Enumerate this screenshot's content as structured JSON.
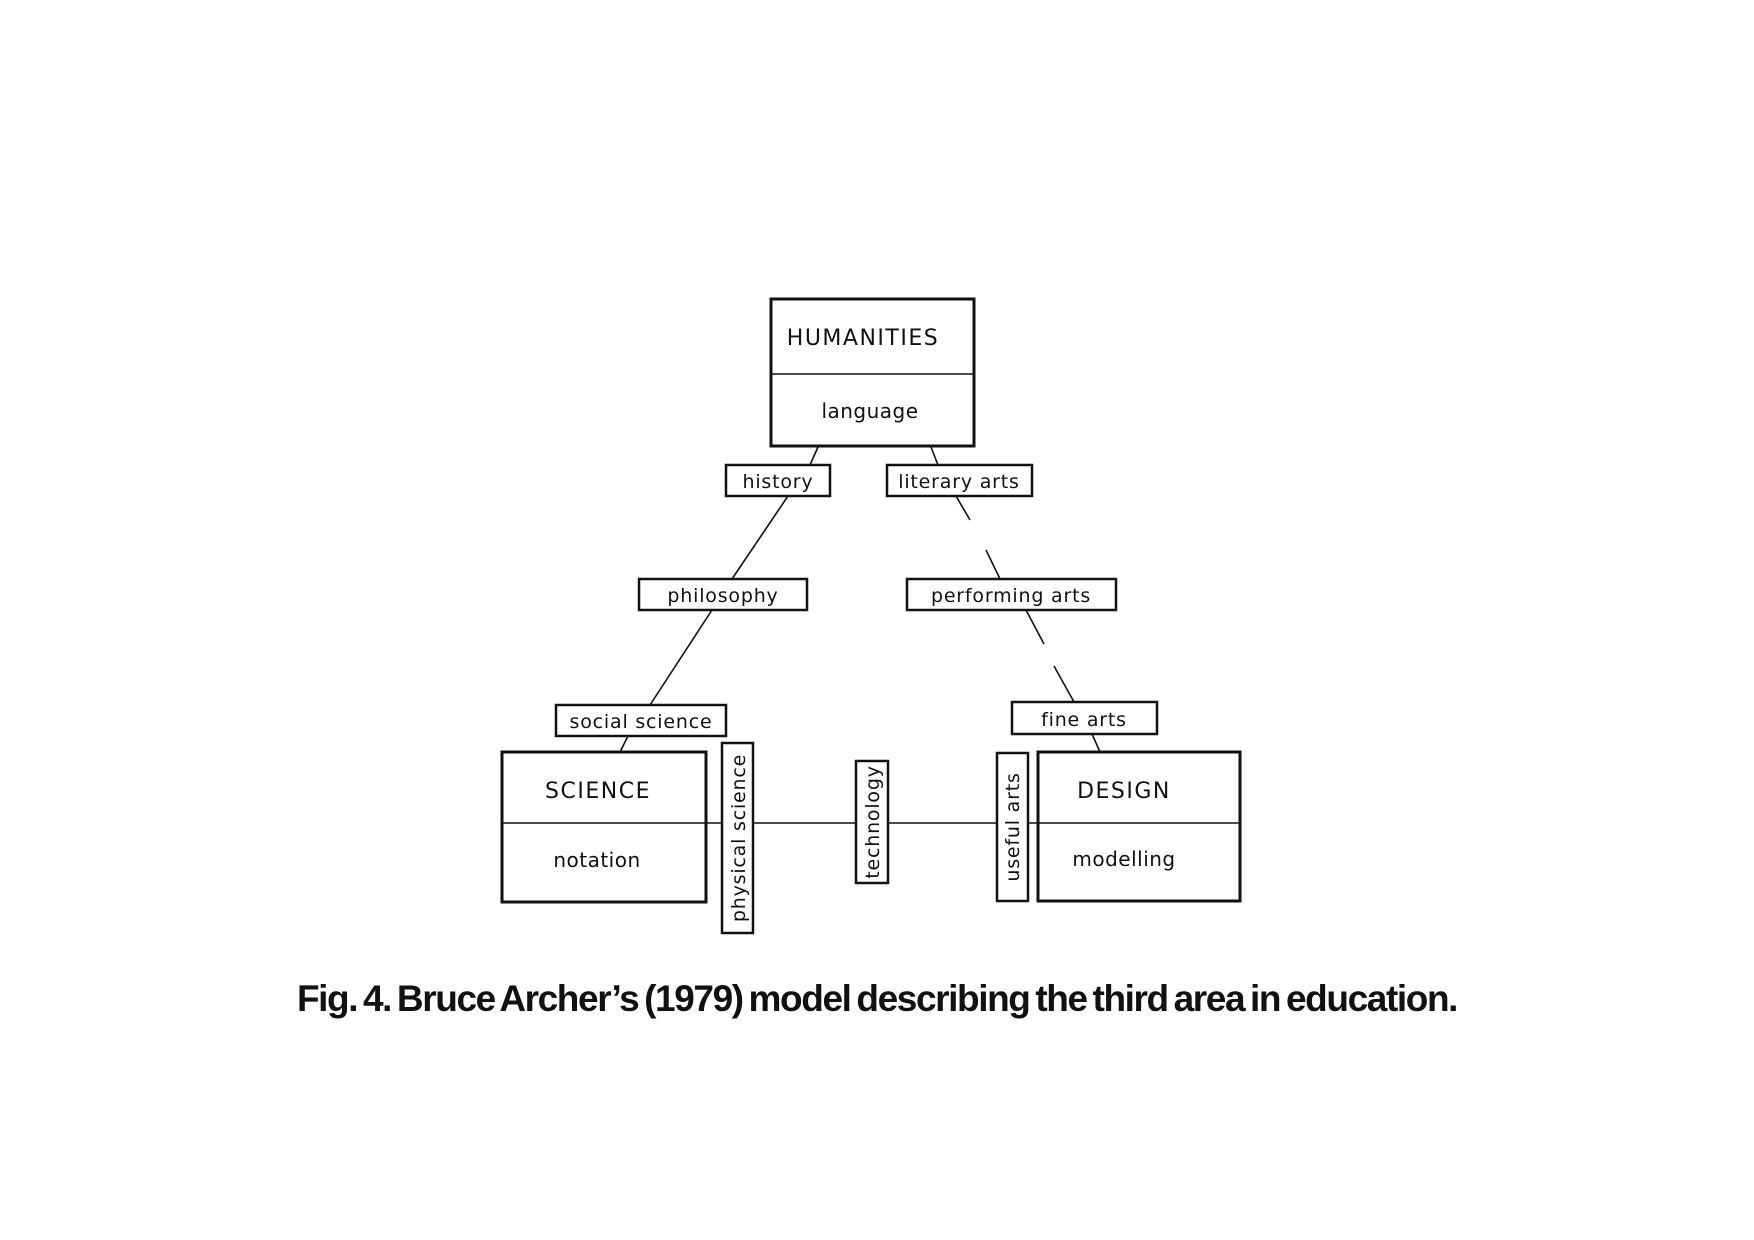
{
  "diagram": {
    "main_boxes": {
      "humanities": {
        "title": "HUMANITIES",
        "subtitle": "language"
      },
      "science": {
        "title": "SCIENCE",
        "subtitle": "notation"
      },
      "design": {
        "title": "DESIGN",
        "subtitle": "modelling"
      }
    },
    "labels": {
      "history": "history",
      "literary_arts": "literary arts",
      "philosophy": "philosophy",
      "performing_arts": "performing arts",
      "social_science": "social science",
      "fine_arts": "fine arts",
      "physical_science": "physical science",
      "technology": "technology",
      "useful_arts": "useful arts"
    }
  },
  "caption": "Fig. 4. Bruce Archer’s (1979) model describing the third area in education."
}
